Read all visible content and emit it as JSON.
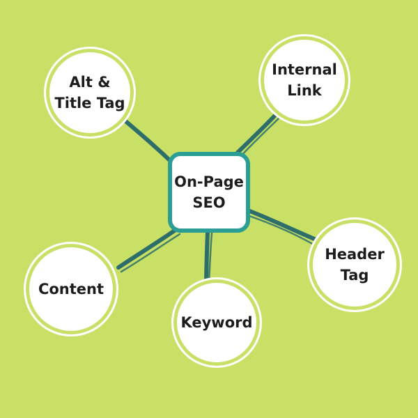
{
  "diagram": {
    "center": {
      "label": "On-Page\nSEO"
    },
    "nodes": [
      {
        "id": "alt-title",
        "label": "Alt &\nTitle Tag"
      },
      {
        "id": "internal-link",
        "label": "Internal\nLink"
      },
      {
        "id": "header-tag",
        "label": "Header\nTag"
      },
      {
        "id": "content",
        "label": "Content"
      },
      {
        "id": "keyword",
        "label": "Keyword"
      }
    ]
  },
  "colors": {
    "background": "#c8e066",
    "connector": "#2e6e6a",
    "center_border": "#2a9d95",
    "node_fill": "#ffffff",
    "text": "#1c1c1c"
  }
}
